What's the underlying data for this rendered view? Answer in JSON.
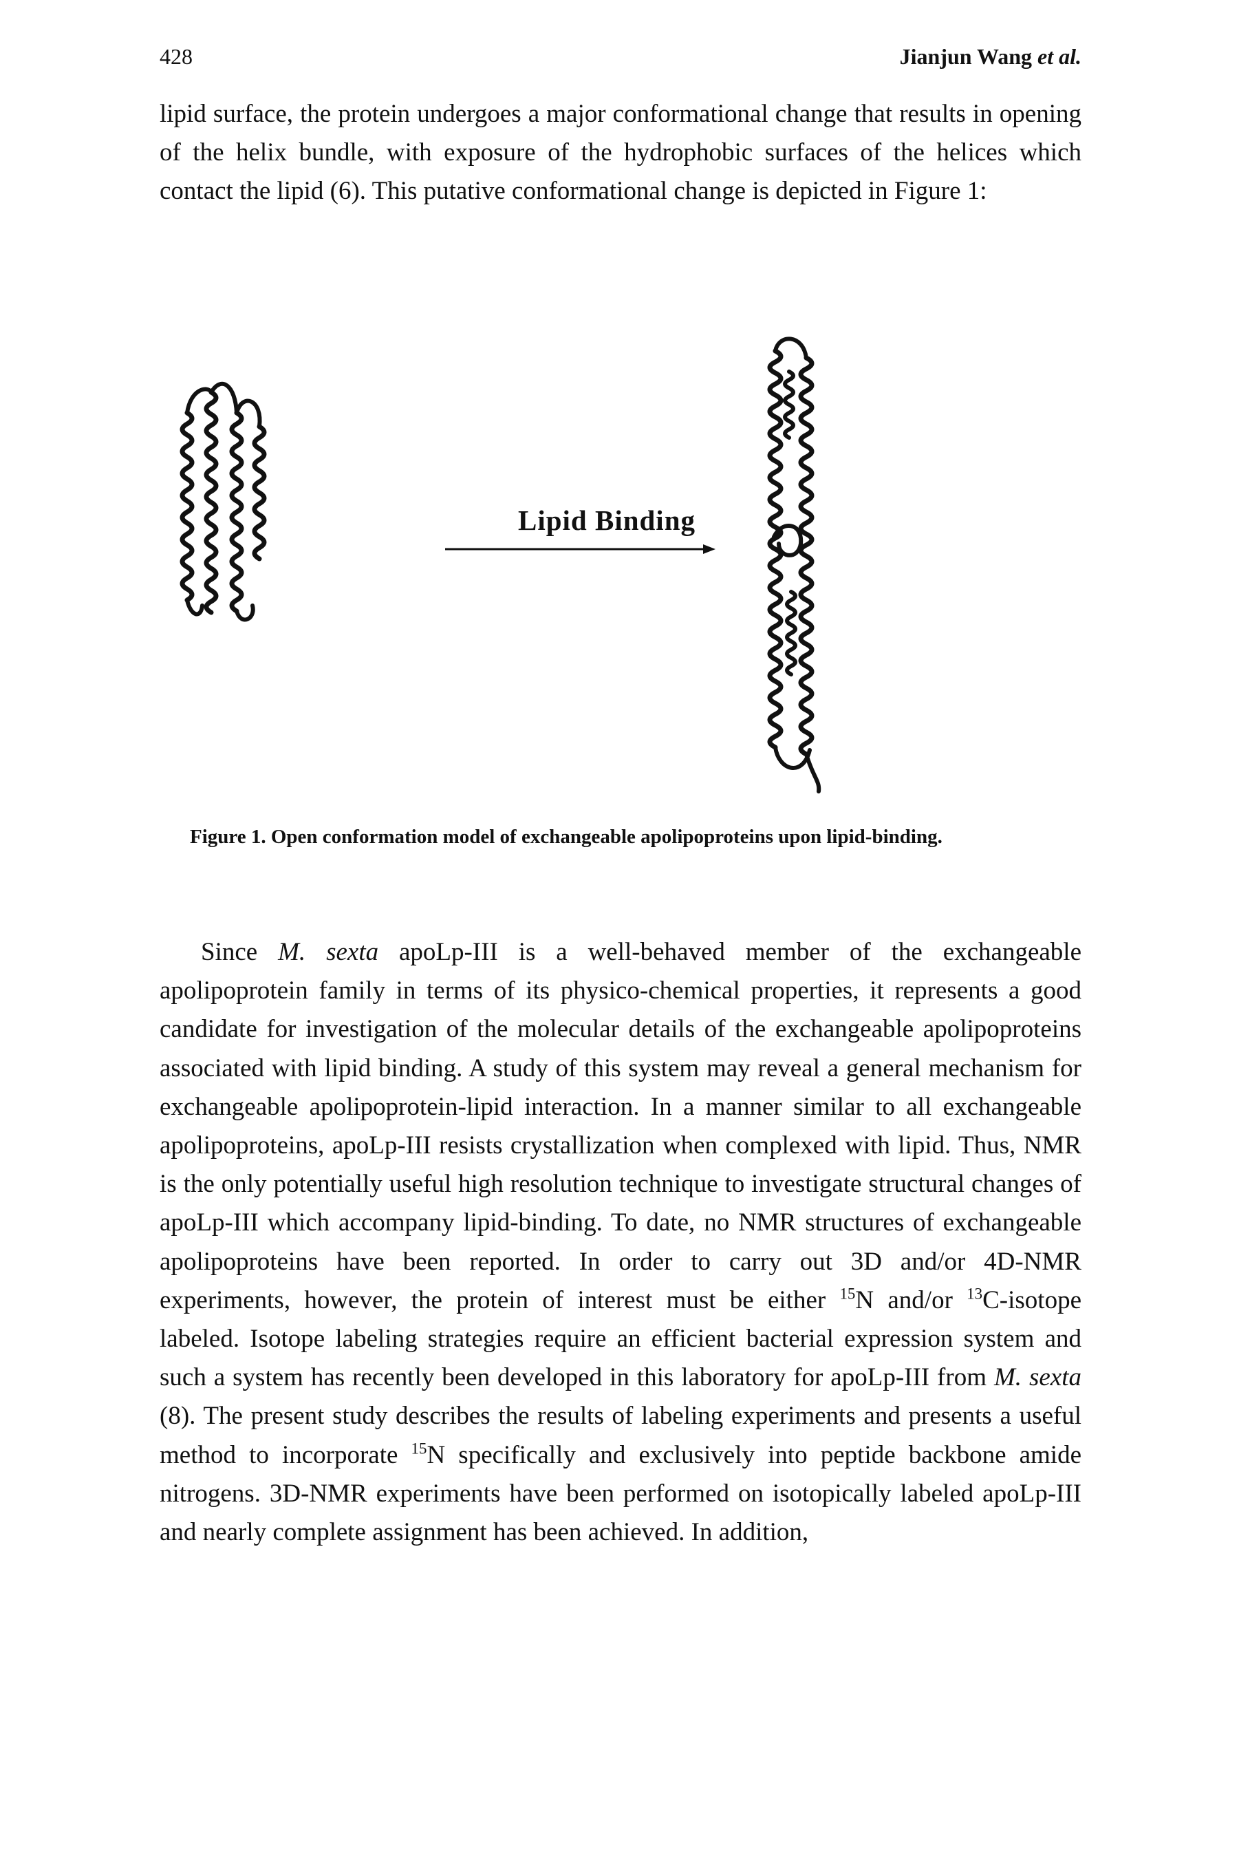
{
  "header": {
    "page_number": "428",
    "authors": "Jianjun Wang",
    "authors_suffix": "et al."
  },
  "paragraph1": {
    "text": "lipid surface, the protein undergoes a major conformational change that results in opening of the helix bundle, with exposure of the hydrophobic surfaces of the helices which contact the lipid (6). This putative conformational change is depicted in Figure 1:"
  },
  "figure": {
    "arrow_label": "Lipid Binding",
    "left_structure": "closed-helix-bundle",
    "right_structure": "open-helix-bundle",
    "caption_label": "Figure 1.",
    "caption_text": "Open conformation model of exchangeable apolipoproteins upon lipid-binding."
  },
  "paragraph2": {
    "s1a": "Since ",
    "s1b": "M. sexta",
    "s1c": " apoLp-III is a well-behaved member of the exchangeable apolipoprotein family in terms of its physico-chemical properties, it represents a good candidate for investigation of the molecular details of the exchangeable apolipoproteins associated with lipid binding. A study of this system may reveal a general mechanism for exchangeable apolipoprotein-lipid interaction. In a manner similar to all exchangeable apolipoproteins, apoLp-III resists crystallization when complexed with lipid. Thus, NMR is the only potentially useful high resolution technique to investigate structural changes of apoLp-III which accompany lipid-binding. To date, no NMR structures of exchangeable apolipoproteins have been reported. In order to carry out 3D and/or 4D-NMR experiments, however, the protein of interest must be either ",
    "sup1": "15",
    "s2": "N and/or ",
    "sup2": "13",
    "s3": "C-isotope labeled. Isotope labeling strategies require an efficient bacterial expression system and such a system has recently been developed in this laboratory for apoLp-III from ",
    "s3b": "M. sexta",
    "s4": " (8).  The present study describes the results of labeling experiments and presents a useful method to incorporate ",
    "sup3": "15",
    "s5": "N specifically and exclusively into peptide backbone amide nitrogens.  3D-NMR experiments have been performed on isotopically labeled apoLp-III and nearly complete assignment has been achieved. In addition,"
  }
}
